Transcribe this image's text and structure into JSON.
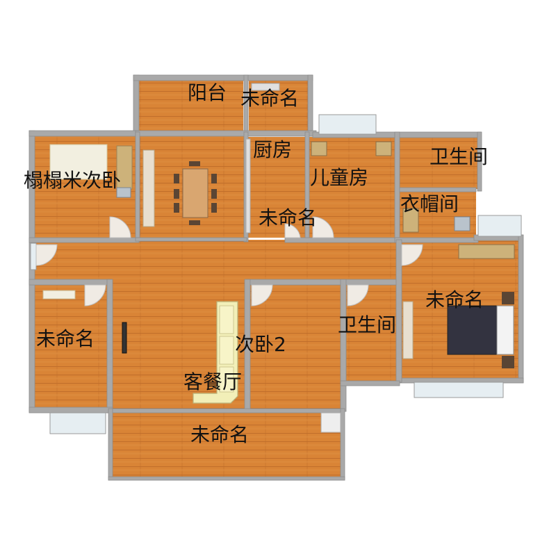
{
  "colors": {
    "floor": "#d98436",
    "floor_line": "#b8662a",
    "wall": "#a9a9a9",
    "wall_edge": "#8c8c8c",
    "window": "#e6eef2",
    "sofa": "#f2efb8",
    "bed": "#333340",
    "furniture": "#cdb27a",
    "label": "#111111"
  },
  "rooms": {
    "balcony_top": "阳台",
    "unnamed_top": "未命名",
    "kitchen": "厨房",
    "children_room": "儿童房",
    "bathroom_top": "卫生间",
    "tatami_bedroom": "榻榻米次卧",
    "cloakroom": "衣帽间",
    "unnamed_mid": "未命名",
    "unnamed_master": "未命名",
    "unnamed_left": "未命名",
    "secondary_bedroom_2": "次卧2",
    "bathroom_mid": "卫生间",
    "living_dining": "客餐厅",
    "unnamed_bottom": "未命名"
  }
}
